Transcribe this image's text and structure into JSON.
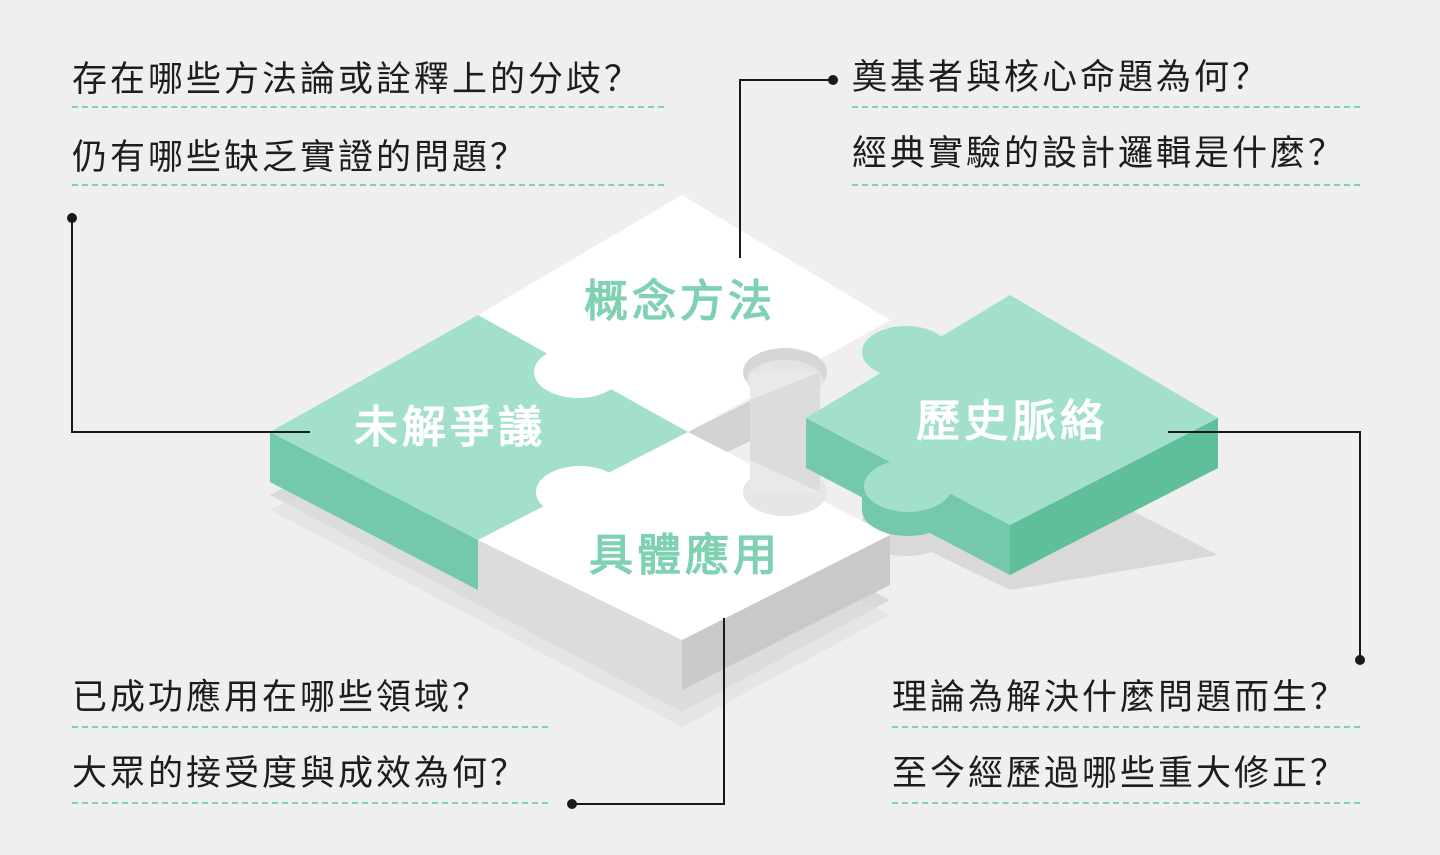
{
  "pieces": {
    "concepts": {
      "label": "概念方法",
      "color": "#7fd1b2"
    },
    "debates": {
      "label": "未解爭議",
      "color": "#ffffff"
    },
    "history": {
      "label": "歷史脈絡",
      "color": "#ffffff"
    },
    "applications": {
      "label": "具體應用",
      "color": "#7fd1b2"
    }
  },
  "questions": {
    "top_left": [
      "存在哪些方法論或詮釋上的分歧？",
      "仍有哪些缺乏實證的問題？"
    ],
    "top_right": [
      "奠基者與核心命題為何？",
      "經典實驗的設計邏輯是什麼？"
    ],
    "bottom_left": [
      "已成功應用在哪些領域？",
      "大眾的接受度與成效為何？"
    ],
    "bottom_right": [
      "理論為解決什麼問題而生？",
      "至今經歷過哪些重大修正？"
    ]
  },
  "colors": {
    "background": "#efefef",
    "teal_top": "#a2e0cc",
    "teal_side": "#74c9aa",
    "white_top": "#ffffff",
    "white_side": "#d7d7d7",
    "shadow": "#d9d9d9",
    "dash": "#7fd1b2",
    "leader": "#1a1a1a"
  }
}
